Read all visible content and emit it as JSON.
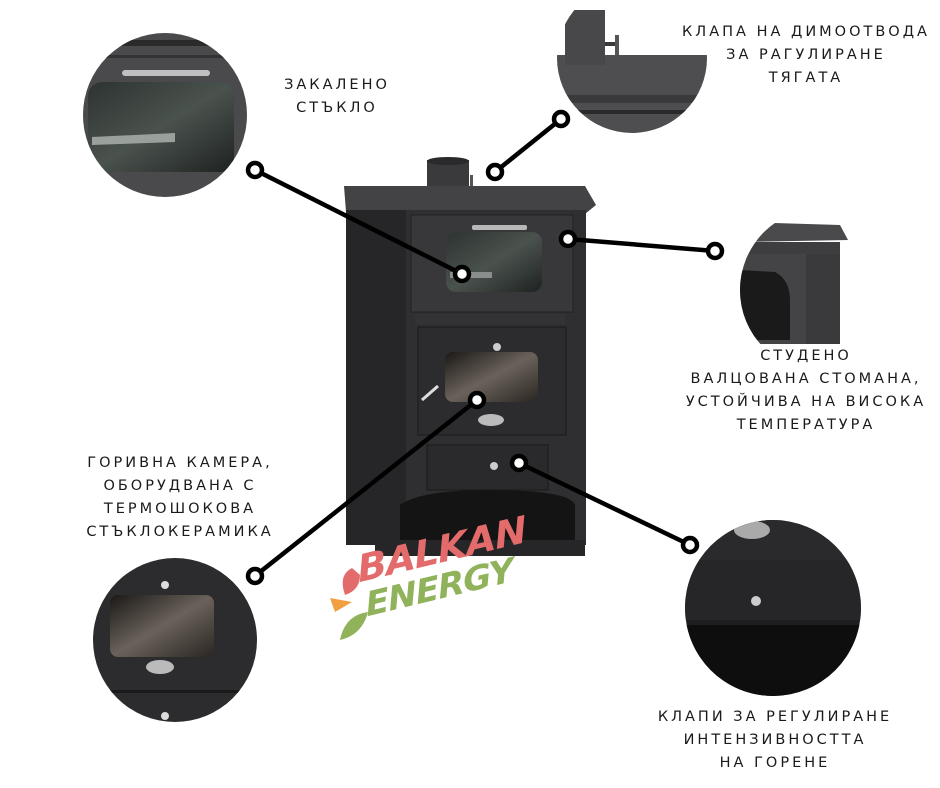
{
  "labels": {
    "glass": [
      "ЗАКАЛЕНО",
      "СТЪКЛО"
    ],
    "flue_damper": [
      "КЛАПА НА ДИМООТВОДА",
      "ЗА РАГУЛИРАНЕ",
      "ТЯГАТА"
    ],
    "steel": [
      "СТУДЕНО",
      "ВАЛЦОВАНА СТОМАНА,",
      "УСТОЙЧИВА НА ВИСОКА",
      "ТЕМПЕРАТУРА"
    ],
    "combustion_chamber": [
      "ГОРИВНА КАМЕРА,",
      "ОБОРУДВАНА С",
      "ТЕРМОШОКОВА",
      "СТЪКЛОКЕРАМИКА"
    ],
    "air_flaps": [
      "КЛАПИ ЗА РЕГУЛИРАНЕ",
      "ИНТЕНЗИВНОСТТА",
      "НА ГОРЕНЕ"
    ]
  },
  "logo": {
    "line1": "BALKAN",
    "line2": "ENERGY",
    "colors": {
      "primary": "#e36b6b",
      "secondary": "#8fb25a",
      "accent": "#f0a040"
    }
  },
  "colors": {
    "stove_body": "#2e2e30",
    "stove_top": "#3c3c3e",
    "connector": "#000000"
  }
}
